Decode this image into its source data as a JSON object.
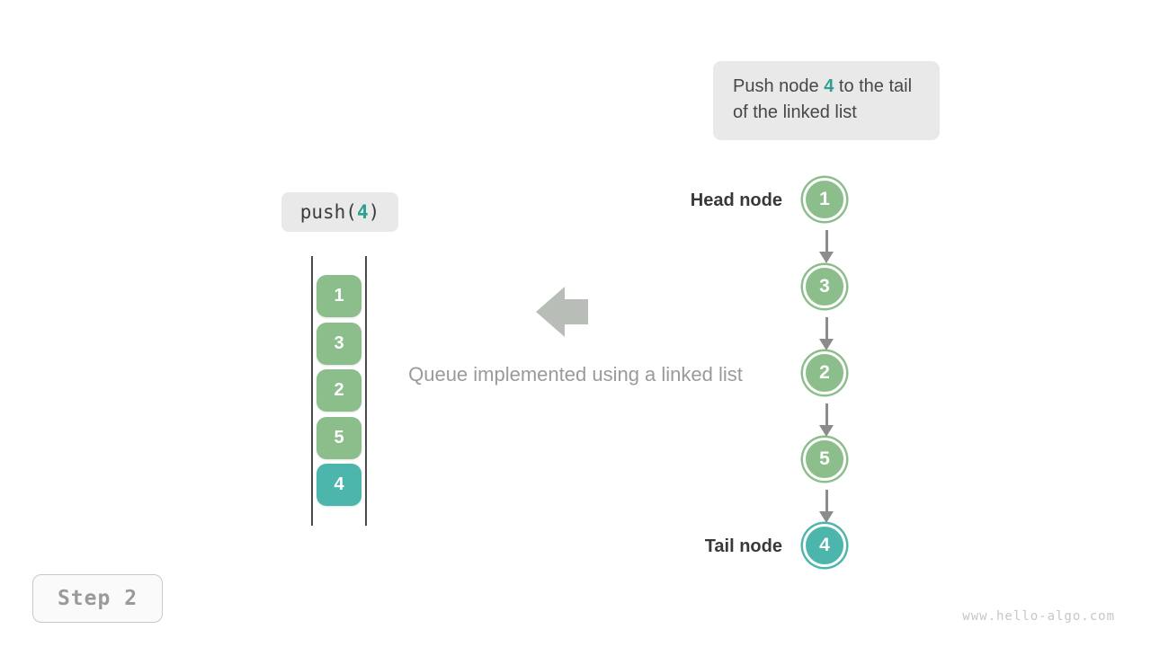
{
  "colors": {
    "green": "#8cbe8c",
    "teal": "#4db6ac",
    "accent_text": "#2f9e93",
    "box_gray": "#e9e9e9",
    "arrow_gray": "#8c8c8c",
    "block_arrow_gray": "#b8bdb8"
  },
  "callout": {
    "part1": "Push node ",
    "highlight": "4",
    "part2": " to the tail of the linked list"
  },
  "operation": {
    "fn": "push(",
    "arg": "4",
    "close": ")"
  },
  "stack": {
    "items": [
      {
        "value": "1",
        "color": "green"
      },
      {
        "value": "3",
        "color": "green"
      },
      {
        "value": "2",
        "color": "green"
      },
      {
        "value": "5",
        "color": "green"
      },
      {
        "value": "4",
        "color": "teal"
      }
    ]
  },
  "caption": {
    "text": "Queue implemented using a linked list"
  },
  "linked_list": {
    "head_label": "Head node",
    "tail_label": "Tail node",
    "nodes": [
      {
        "value": "1",
        "color": "green"
      },
      {
        "value": "3",
        "color": "green"
      },
      {
        "value": "2",
        "color": "green"
      },
      {
        "value": "5",
        "color": "green"
      },
      {
        "value": "4",
        "color": "teal"
      }
    ]
  },
  "footer": {
    "step_label": "Step 2",
    "watermark": "www.hello-algo.com"
  }
}
